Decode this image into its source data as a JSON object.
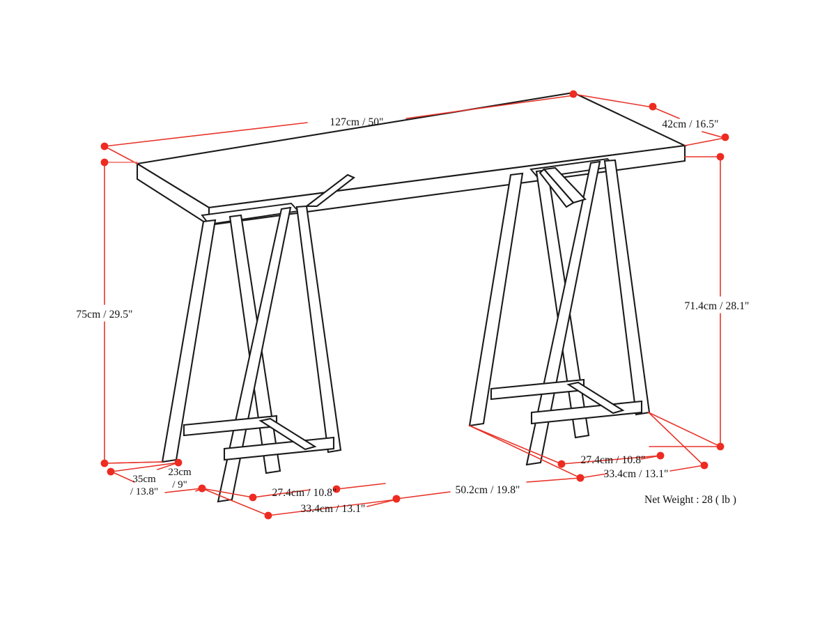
{
  "drawing": {
    "subject": "sawhorse-console-table",
    "background_color": "#ffffff",
    "line_color": "#1a1a1a",
    "dimension_color": "#ee2b21",
    "dimensions": {
      "top_width": "127cm / 50\"",
      "top_depth": "42cm / 16.5\"",
      "overall_height": "75cm / 29.5\"",
      "leg_height": "71.4cm / 28.1\"",
      "foot_depth_outer": "35cm",
      "foot_depth_outer_in": "/ 13.8\"",
      "foot_width_inner": "23cm",
      "foot_width_inner_in": "/ 9\"",
      "left_foot_upper": "27.4cm / 10.8\"",
      "left_foot_lower": "33.4cm / 13.1\"",
      "between_legs": "50.2cm / 19.8\"",
      "right_foot_upper": "27.4cm / 10.8\"",
      "right_foot_lower": "33.4cm / 13.1\""
    },
    "net_weight_label": "Net Weight : 28 ( lb )"
  }
}
